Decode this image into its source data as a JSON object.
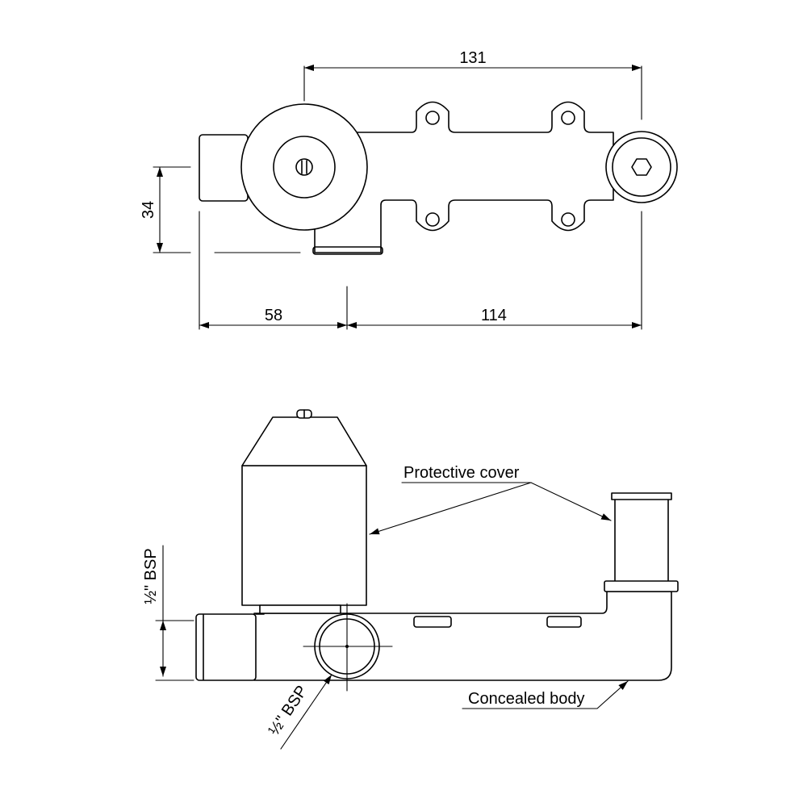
{
  "dimensions": {
    "overall_length": "131",
    "height": "34",
    "left_offset": "58",
    "right_offset": "114"
  },
  "labels": {
    "protective_cover": "Protective cover",
    "concealed_body": "Concealed body",
    "bsp_vertical": "½\" BSP",
    "bsp_diagonal": "½\" BSP"
  }
}
